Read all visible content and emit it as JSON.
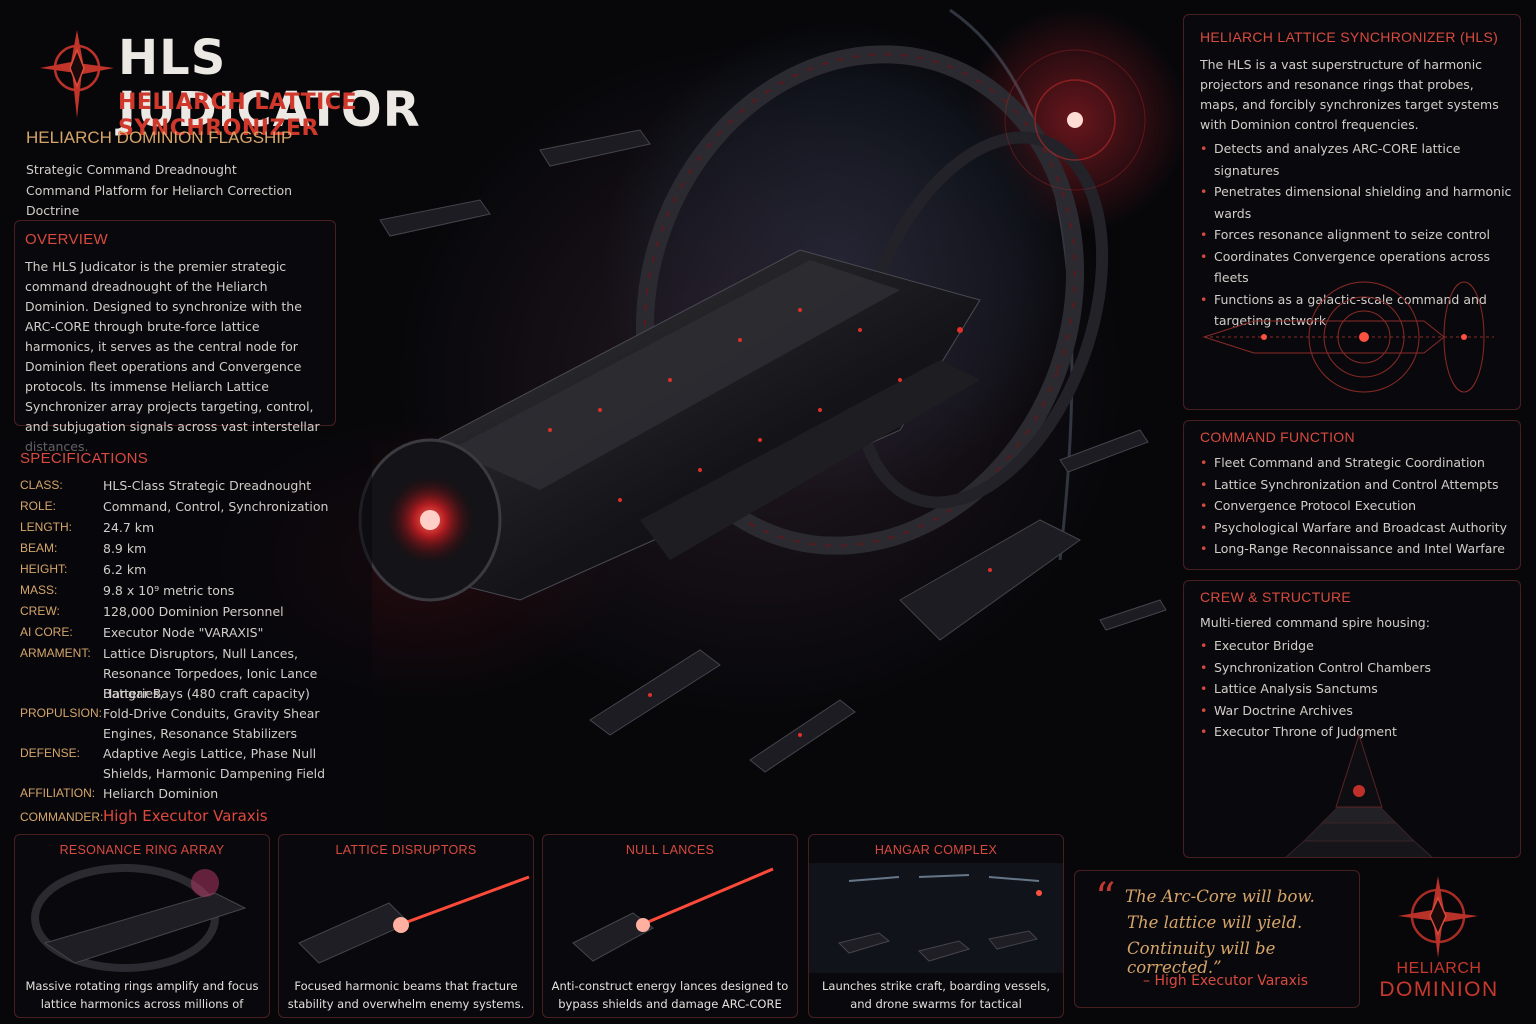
{
  "title": {
    "main": "HLS JUDICATOR",
    "sub": "HELIARCH LATTICE SYNCHRONIZER"
  },
  "flagship": {
    "heading": "HELIARCH DOMINION FLAGSHIP",
    "line1": "Strategic Command Dreadnought",
    "line2": "Command Platform for Heliarch Correction Doctrine"
  },
  "overview": {
    "heading": "OVERVIEW",
    "text": "The HLS Judicator is the premier strategic command dreadnought of the Heliarch Dominion. Designed to synchronize with the ARC-CORE through brute-force lattice harmonics, it serves as the central node for Dominion fleet operations and Convergence protocols. Its immense Heliarch Lattice Synchronizer array projects targeting, control, and subjugation signals across vast interstellar distances."
  },
  "specifications": {
    "heading": "SPECIFICATIONS",
    "rows": [
      {
        "key": "CLASS:",
        "value": "HLS-Class Strategic Dreadnought"
      },
      {
        "key": "ROLE:",
        "value": "Command, Control, Synchronization"
      },
      {
        "key": "LENGTH:",
        "value": "24.7 km"
      },
      {
        "key": "BEAM:",
        "value": "8.9 km"
      },
      {
        "key": "HEIGHT:",
        "value": "6.2 km"
      },
      {
        "key": "MASS:",
        "value": "9.8 x 10⁹ metric tons"
      },
      {
        "key": "CREW:",
        "value": "128,000 Dominion Personnel"
      },
      {
        "key": "AI CORE:",
        "value": "Executor Node \"VARAXIS\""
      },
      {
        "key": "ARMAMENT:",
        "value": "Lattice Disruptors, Null Lances,",
        "value2": "Resonance Torpedoes, Ionic Lance Batteries,",
        "value3": "Hangar Bays (480 craft capacity)"
      },
      {
        "key": "PROPULSION:",
        "value": "Fold-Drive Conduits, Gravity Shear",
        "value2": "Engines, Resonance Stabilizers"
      },
      {
        "key": "DEFENSE:",
        "value": "Adaptive Aegis Lattice, Phase Null",
        "value2": "Shields, Harmonic Dampening Field"
      },
      {
        "key": "AFFILIATION:",
        "value": "Heliarch Dominion"
      },
      {
        "key": "COMMANDER:",
        "value": "High Executor Varaxis"
      }
    ]
  },
  "hls_panel": {
    "heading": "HELIARCH LATTICE SYNCHRONIZER (HLS)",
    "text": "The HLS is a vast superstructure of harmonic projectors and resonance rings that probes, maps, and forcibly synchronizes target systems with Dominion control frequencies.",
    "items": [
      "Detects and analyzes ARC-CORE lattice signatures",
      "Penetrates dimensional shielding and harmonic wards",
      "Forces resonance alignment to seize control",
      "Coordinates Convergence operations across fleets",
      "Functions as a galactic-scale command and targeting network"
    ]
  },
  "command_function": {
    "heading": "COMMAND FUNCTION",
    "items": [
      "Fleet Command and Strategic Coordination",
      "Lattice Synchronization and Control Attempts",
      "Convergence Protocol Execution",
      "Psychological Warfare and Broadcast Authority",
      "Long-Range Reconnaissance and Intel Warfare"
    ]
  },
  "crew_structure": {
    "heading": "CREW & STRUCTURE",
    "intro": "Multi-tiered command spire housing:",
    "items": [
      "Executor Bridge",
      "Synchronization Control Chambers",
      "Lattice Analysis Sanctums",
      "War Doctrine Archives",
      "Executor Throne of Judgment"
    ]
  },
  "cards": [
    {
      "title": "RESONANCE RING ARRAY",
      "caption1": "Massive rotating rings amplify and focus",
      "caption2": "lattice harmonics across millions of kilometers."
    },
    {
      "title": "LATTICE DISRUPTORS",
      "caption1": "Focused harmonic beams that fracture",
      "caption2": "stability and overwhelm enemy systems."
    },
    {
      "title": "NULL LANCES",
      "caption1": "Anti-construct energy lances designed to",
      "caption2": "bypass shields and damage ARC-CORE nodes."
    },
    {
      "title": "HANGAR COMPLEX",
      "caption1": "Launches strike craft, boarding vessels,",
      "caption2": "and drone swarms for tactical dominance."
    }
  ],
  "quote": {
    "mark": "“",
    "line1": "The Arc-Core will bow.",
    "line2": "The lattice will yield.",
    "line3": "Continuity will be corrected.”",
    "attribution": "– High Executor Varaxis"
  },
  "emblem_text": {
    "line1": "HELIARCH",
    "line2": "DOMINION"
  },
  "colors": {
    "accent_red": "#d84a3e",
    "accent_gold": "#d6a56a",
    "background": "#07070a"
  },
  "icons": {
    "emblem": "heliarch-star-emblem-icon"
  }
}
